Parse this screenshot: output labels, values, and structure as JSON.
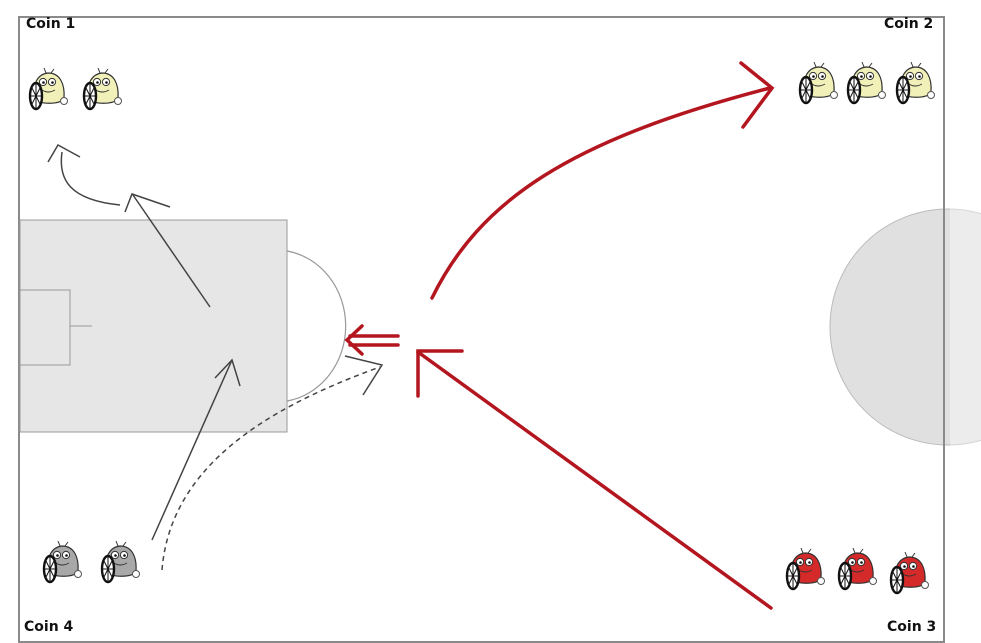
{
  "corners": {
    "coin1": {
      "label": "Coin 1",
      "robots": 2,
      "team": "yellow"
    },
    "coin2": {
      "label": "Coin 2",
      "robots": 3,
      "team": "yellow"
    },
    "coin3": {
      "label": "Coin 3",
      "robots": 3,
      "team": "red"
    },
    "coin4": {
      "label": "Coin 4",
      "robots": 2,
      "team": "grey"
    }
  },
  "colors": {
    "field_border": "#8a8a8a",
    "penalty_area": "#e6e6e6",
    "center_circle": "#e0e0e0",
    "red_arrow": "#b3161f",
    "grey_arrow": "#444444",
    "robot_yellow": "#f0f0b8",
    "robot_red": "#d42a2a",
    "robot_grey": "#a8a8a8"
  },
  "icons": [
    "robot-icon",
    "arrow-icon",
    "dashed-arrow-icon"
  ]
}
